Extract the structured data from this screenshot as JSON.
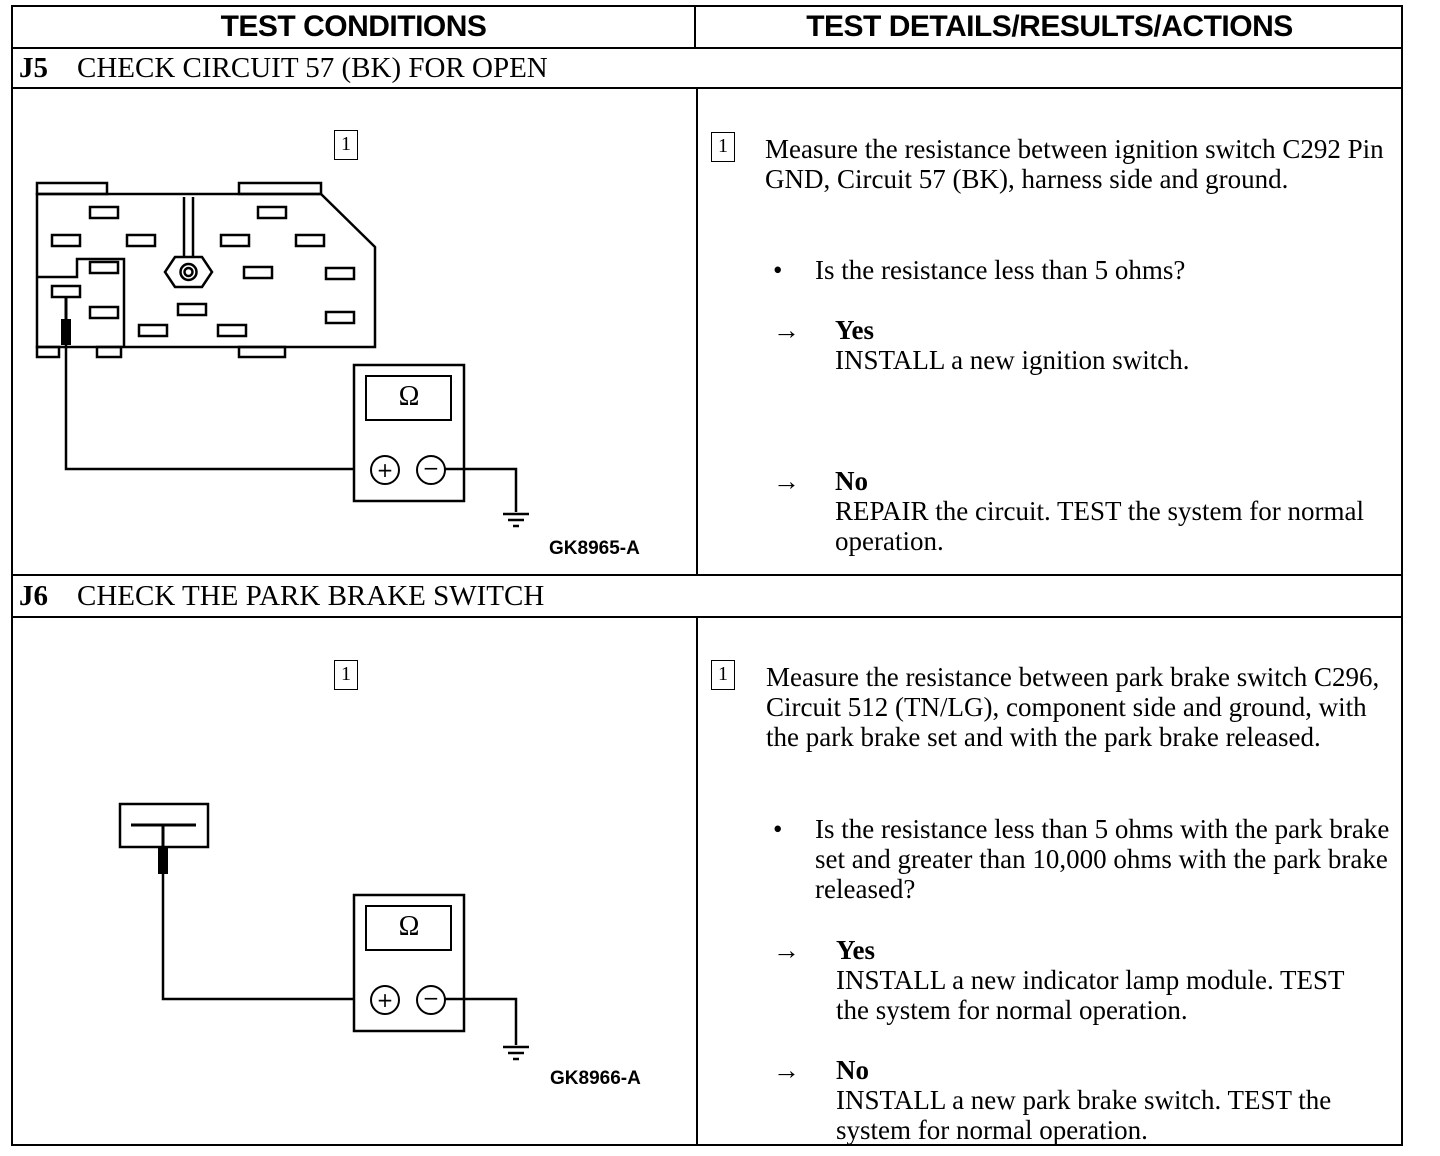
{
  "header": {
    "left": "TEST CONDITIONS",
    "right": "TEST DETAILS/RESULTS/ACTIONS"
  },
  "steps": [
    {
      "id": "J5",
      "title": "CHECK CIRCUIT 57 (BK) FOR OPEN",
      "figure_label": "1",
      "figure_id": "GK8965-A",
      "meter_symbol": "Ω",
      "plus": "+",
      "minus": "−",
      "step_num": "1",
      "instruction": "Measure the resistance between ignition switch C292 Pin GND, Circuit 57 (BK), harness side and ground.",
      "question": "Is the resistance less than 5 ohms?",
      "yes_label": "Yes",
      "yes_action": "INSTALL a new ignition switch.",
      "no_label": "No",
      "no_action": "REPAIR the circuit. TEST the system for normal operation.",
      "arrow": "→",
      "bullet": "•"
    },
    {
      "id": "J6",
      "title": "CHECK THE PARK BRAKE SWITCH",
      "figure_label": "1",
      "figure_id": "GK8966-A",
      "meter_symbol": "Ω",
      "plus": "+",
      "minus": "−",
      "step_num": "1",
      "instruction": "Measure the resistance between park brake switch C296, Circuit 512 (TN/LG), component side and ground, with the park brake set and with the park brake released.",
      "question": "Is the resistance less than 5 ohms with the park brake set and greater than 10,000 ohms with the park brake released?",
      "yes_label": "Yes",
      "yes_action": "INSTALL a new indicator lamp module. TEST the system for normal operation.",
      "no_label": "No",
      "no_action": "INSTALL a new park brake switch. TEST the system for normal operation.",
      "arrow": "→",
      "bullet": "•"
    }
  ]
}
